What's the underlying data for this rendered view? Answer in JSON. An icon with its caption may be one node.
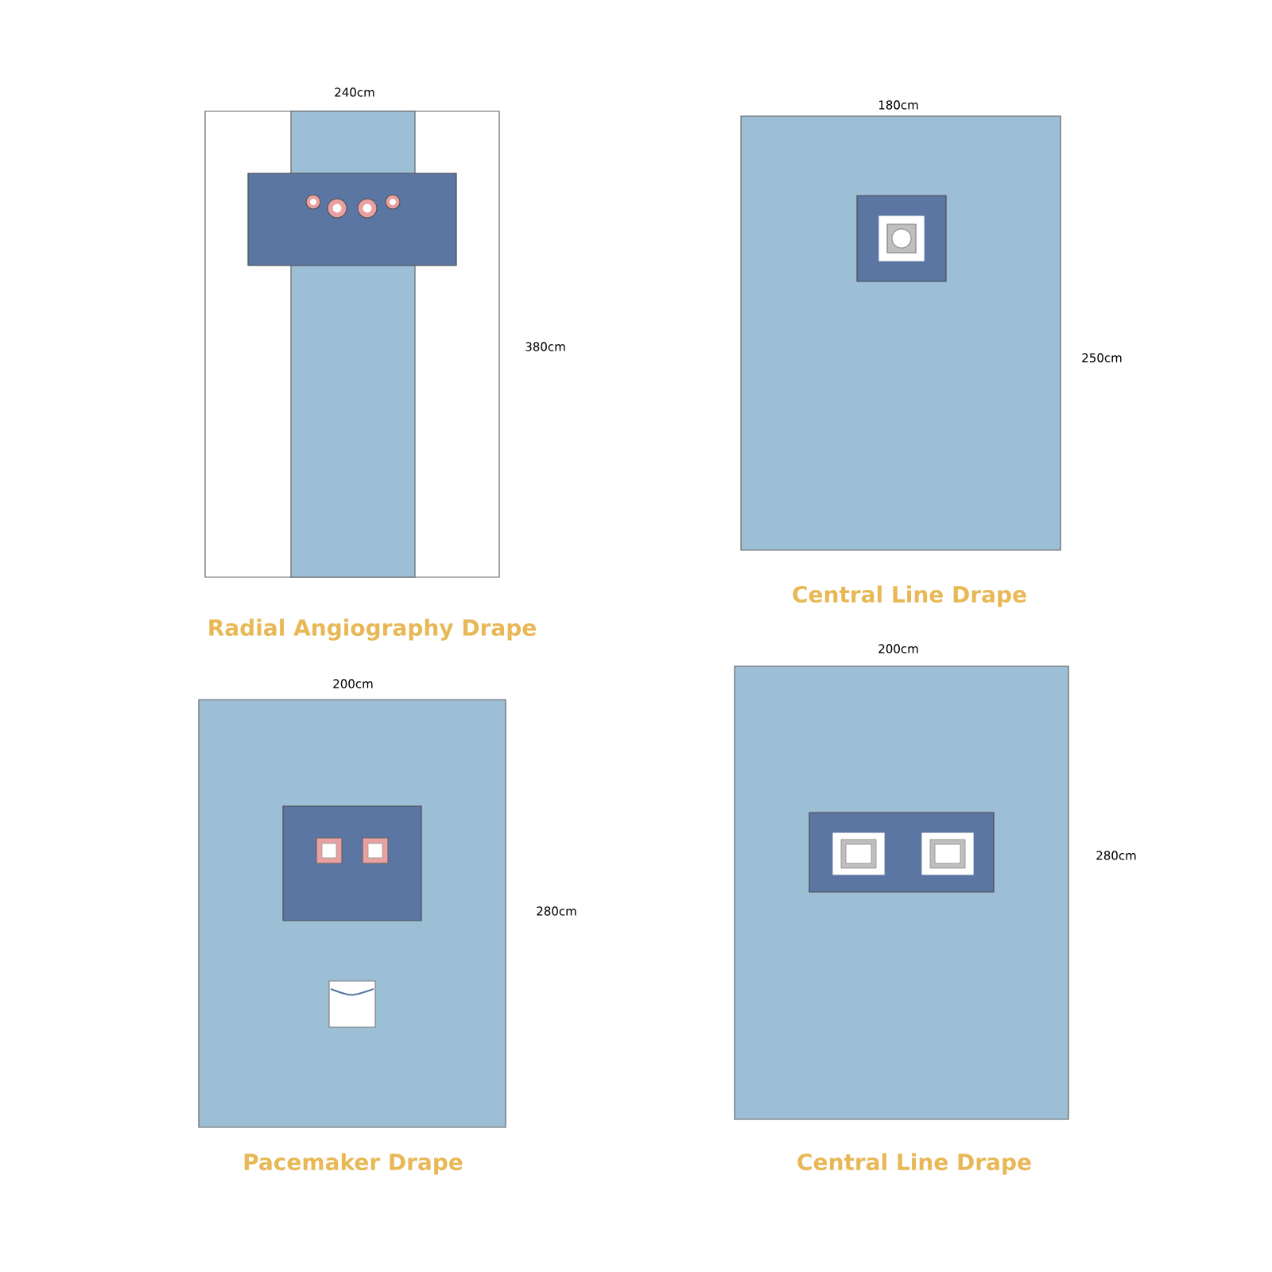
{
  "diagram": {
    "nodes": [
      {
        "text": [
          "Radial Angiography Drape"
        ],
        "beside": [
          "240cm",
          "380cm"
        ]
      },
      {
        "text": [
          "Central Line Drape"
        ],
        "beside": [
          "180cm",
          "250cm"
        ]
      },
      {
        "text": [
          "Pacemaker Drape"
        ],
        "beside": [
          "200cm",
          "280cm"
        ]
      },
      {
        "text": [
          "Central Line Drape"
        ],
        "beside": [
          "200cm",
          "280cm"
        ]
      }
    ]
  }
}
